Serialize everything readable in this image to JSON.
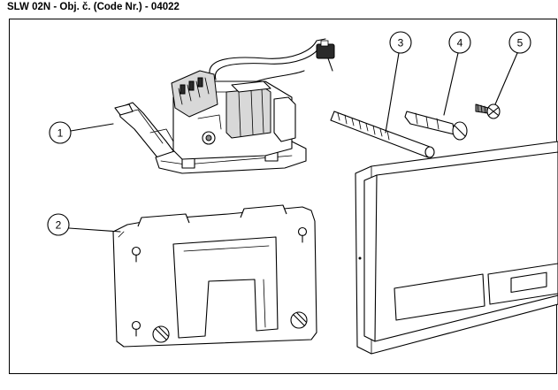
{
  "header": {
    "title": "SLW 02N - Obj. č. (Code Nr.) - 04022"
  },
  "callouts": [
    {
      "label": "1"
    },
    {
      "label": "2"
    },
    {
      "label": "3"
    },
    {
      "label": "4"
    },
    {
      "label": "5"
    }
  ]
}
